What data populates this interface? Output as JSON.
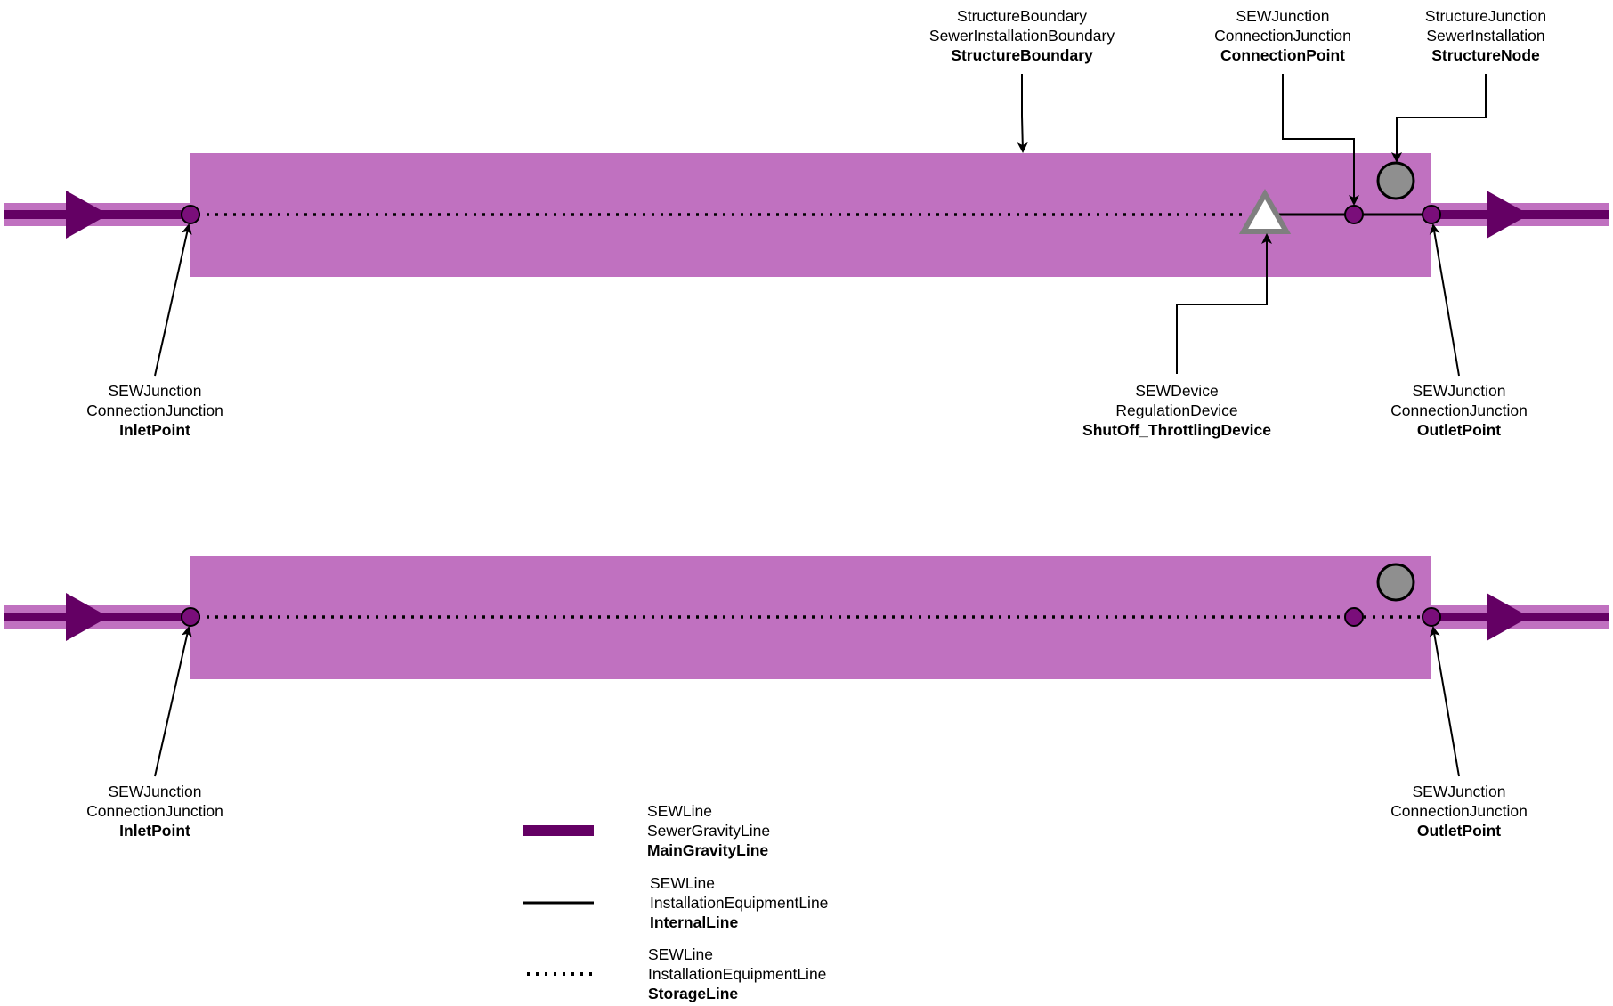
{
  "colors": {
    "main_line": "#640064",
    "main_line_halo": "#c071c0",
    "boundary_fill": "#c071c0",
    "junction_fill": "#7a0e7a",
    "structure_node_fill": "#8f8f8f",
    "device_stroke": "#7f7f7f"
  },
  "diagrams": [
    {
      "annotations": {
        "structure_boundary": [
          "StructureBoundary",
          "SewerInstallationBoundary",
          "StructureBoundary"
        ],
        "connection_point": [
          "SEWJunction",
          "ConnectionJunction",
          "ConnectionPoint"
        ],
        "structure_node": [
          "StructureJunction",
          "SewerInstallation",
          "StructureNode"
        ],
        "inlet_point": [
          "SEWJunction",
          "ConnectionJunction",
          "InletPoint"
        ],
        "device": [
          "SEWDevice",
          "RegulationDevice",
          "ShutOff_ThrottlingDevice"
        ],
        "outlet_point": [
          "SEWJunction",
          "ConnectionJunction",
          "OutletPoint"
        ]
      }
    },
    {
      "annotations": {
        "inlet_point": [
          "SEWJunction",
          "ConnectionJunction",
          "InletPoint"
        ],
        "outlet_point": [
          "SEWJunction",
          "ConnectionJunction",
          "OutletPoint"
        ]
      }
    }
  ],
  "legend": [
    {
      "style": "main-gravity",
      "lines": [
        "SEWLine",
        "SewerGravityLine",
        "MainGravityLine"
      ]
    },
    {
      "style": "internal",
      "lines": [
        "SEWLine",
        "InstallationEquipmentLine",
        "InternalLine"
      ]
    },
    {
      "style": "storage",
      "lines": [
        "SEWLine",
        "InstallationEquipmentLine",
        "StorageLine"
      ]
    }
  ]
}
